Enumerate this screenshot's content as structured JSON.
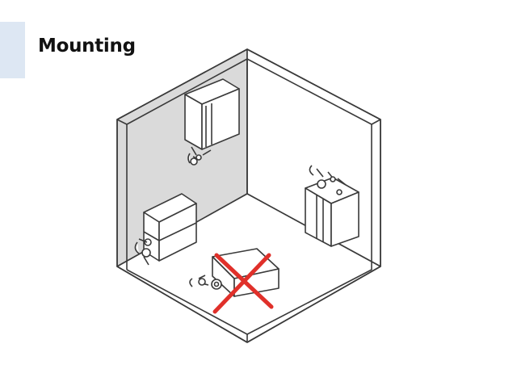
{
  "header": {
    "title": "Mounting"
  },
  "colors": {
    "accent_tab": "#dde7f3",
    "wall_shade": "#dadada",
    "floor": "#ffffff",
    "outline": "#3a3a3a",
    "cross": "#e0302a"
  },
  "diagram": {
    "units": [
      {
        "name": "wall-mounted-unit-back-wall",
        "status": "allowed"
      },
      {
        "name": "floor-unit-left-corner",
        "status": "allowed"
      },
      {
        "name": "wall-mounted-unit-right-wall",
        "status": "allowed"
      },
      {
        "name": "floor-unit-center-upside-down",
        "status": "not-allowed",
        "marker": "red-cross-icon"
      }
    ]
  }
}
